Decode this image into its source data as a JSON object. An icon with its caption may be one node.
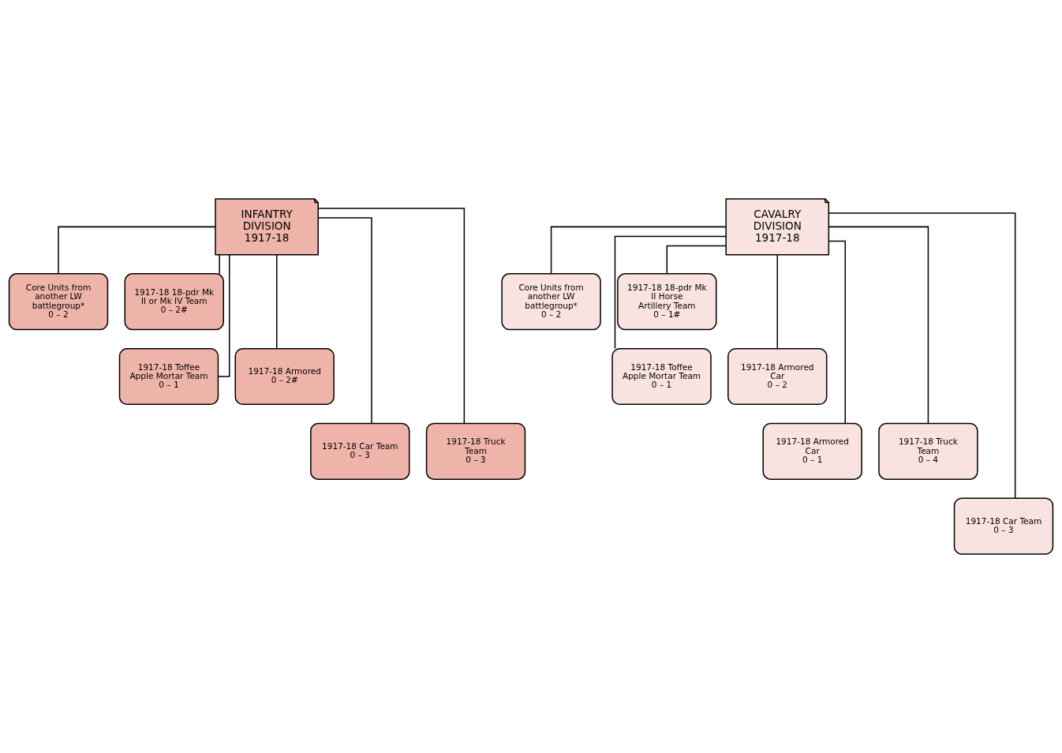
{
  "diagram": {
    "nodes": [
      {
        "text": [
          "INFANTRY DIVISION 1917-18"
        ]
      },
      {
        "text": [
          "Core Units from another LW battlegroup*",
          "0 – 2"
        ]
      },
      {
        "text": [
          "1917-18 18-pdr Mk II or Mk IV Team",
          "0 – 2#"
        ]
      },
      {
        "text": [
          "1917-18 Toffee Apple Mortar Team",
          "0 – 1"
        ]
      },
      {
        "text": [
          "1917-18 Armored",
          "0 – 2#"
        ]
      },
      {
        "text": [
          "1917-18 Car Team",
          "0 – 3"
        ]
      },
      {
        "text": [
          "1917-18 Truck Team",
          "0 – 3"
        ]
      },
      {
        "text": [
          "CAVALRY DIVISION 1917-18"
        ]
      },
      {
        "text": [
          "Core Units from another LW battlegroup*",
          "0 – 2"
        ]
      },
      {
        "text": [
          "1917-18 18-pdr Mk II Horse Artillery Team",
          "0 – 1#"
        ]
      },
      {
        "text": [
          "1917-18 Toffee Apple Mortar Team",
          "0 – 1"
        ]
      },
      {
        "text": [
          "1917-18 Armored Car",
          "0 – 2"
        ]
      },
      {
        "text": [
          "1917-18 Armored Car",
          "0 – 1"
        ]
      },
      {
        "text": [
          "1917-18 Truck Team",
          "0 – 4"
        ]
      },
      {
        "text": [
          "1917-18 Car Team",
          "0 – 3"
        ]
      }
    ],
    "edges": [
      {
        "from": 0,
        "to": 1,
        "arrow": "none"
      },
      {
        "from": 0,
        "to": 2,
        "arrow": "none"
      },
      {
        "from": 0,
        "to": 3,
        "arrow": "none"
      },
      {
        "from": 0,
        "to": 4,
        "arrow": "none"
      },
      {
        "from": 0,
        "to": 5,
        "arrow": "none"
      },
      {
        "from": 0,
        "to": 6,
        "arrow": "none"
      },
      {
        "from": 7,
        "to": 8,
        "arrow": "none"
      },
      {
        "from": 7,
        "to": 9,
        "arrow": "none"
      },
      {
        "from": 7,
        "to": 10,
        "arrow": "none"
      },
      {
        "from": 7,
        "to": 11,
        "arrow": "none"
      },
      {
        "from": 7,
        "to": 12,
        "arrow": "none"
      },
      {
        "from": 7,
        "to": 13,
        "arrow": "none"
      },
      {
        "from": 7,
        "to": 14,
        "arrow": "none"
      }
    ]
  }
}
